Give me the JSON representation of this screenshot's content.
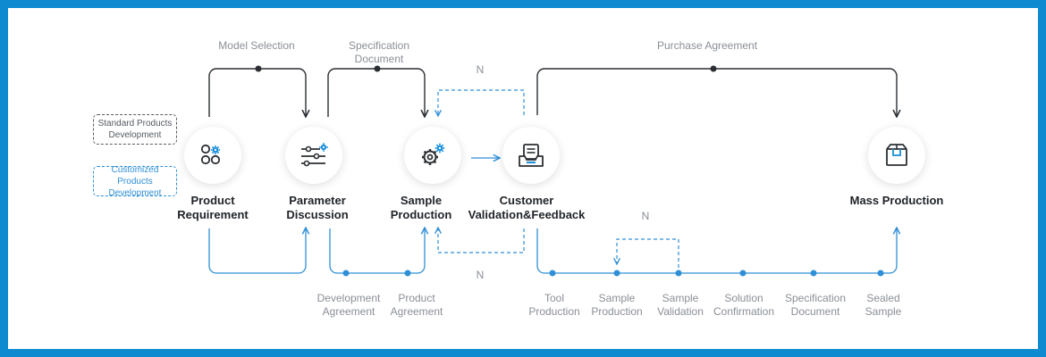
{
  "categories": {
    "standard": "Standard Products\nDevelopment",
    "customized": "Customized Products\nDevelopment"
  },
  "top_labels": {
    "model_selection": "Model Selection",
    "specification_document": "Specification\nDocument",
    "purchase_agreement": "Purchase Agreement",
    "n_top": "N"
  },
  "nodes": {
    "product_requirement": "Product\nRequirement",
    "parameter_discussion": "Parameter\nDiscussion",
    "sample_production": "Sample\nProduction",
    "customer_validation": "Customer\nValidation&Feedback",
    "mass_production": "Mass Production"
  },
  "bottom_labels": {
    "development_agreement": "Development\nAgreement",
    "product_agreement": "Product\nAgreement",
    "n_middle": "N",
    "n_right": "N"
  },
  "steps": {
    "tool_production": "Tool\nProduction",
    "sample_production": "Sample\nProduction",
    "sample_validation": "Sample\nValidation",
    "solution_confirmation": "Solution\nConfirmation",
    "specification_document": "Specification\nDocument",
    "sealed_sample": "Sealed\nSample"
  },
  "colors": {
    "frame_border": "#0e8ad0",
    "dark_line": "#2b2f33",
    "blue_line": "#2f8fd6",
    "icon_accent": "#1a8fdc",
    "text_gray": "#8a8f96"
  },
  "icons": {
    "product_requirement": "product-grid-gear-icon",
    "parameter_discussion": "sliders-gear-icon",
    "sample_production": "gears-icon",
    "customer_validation": "document-tray-icon",
    "mass_production": "package-box-icon"
  }
}
